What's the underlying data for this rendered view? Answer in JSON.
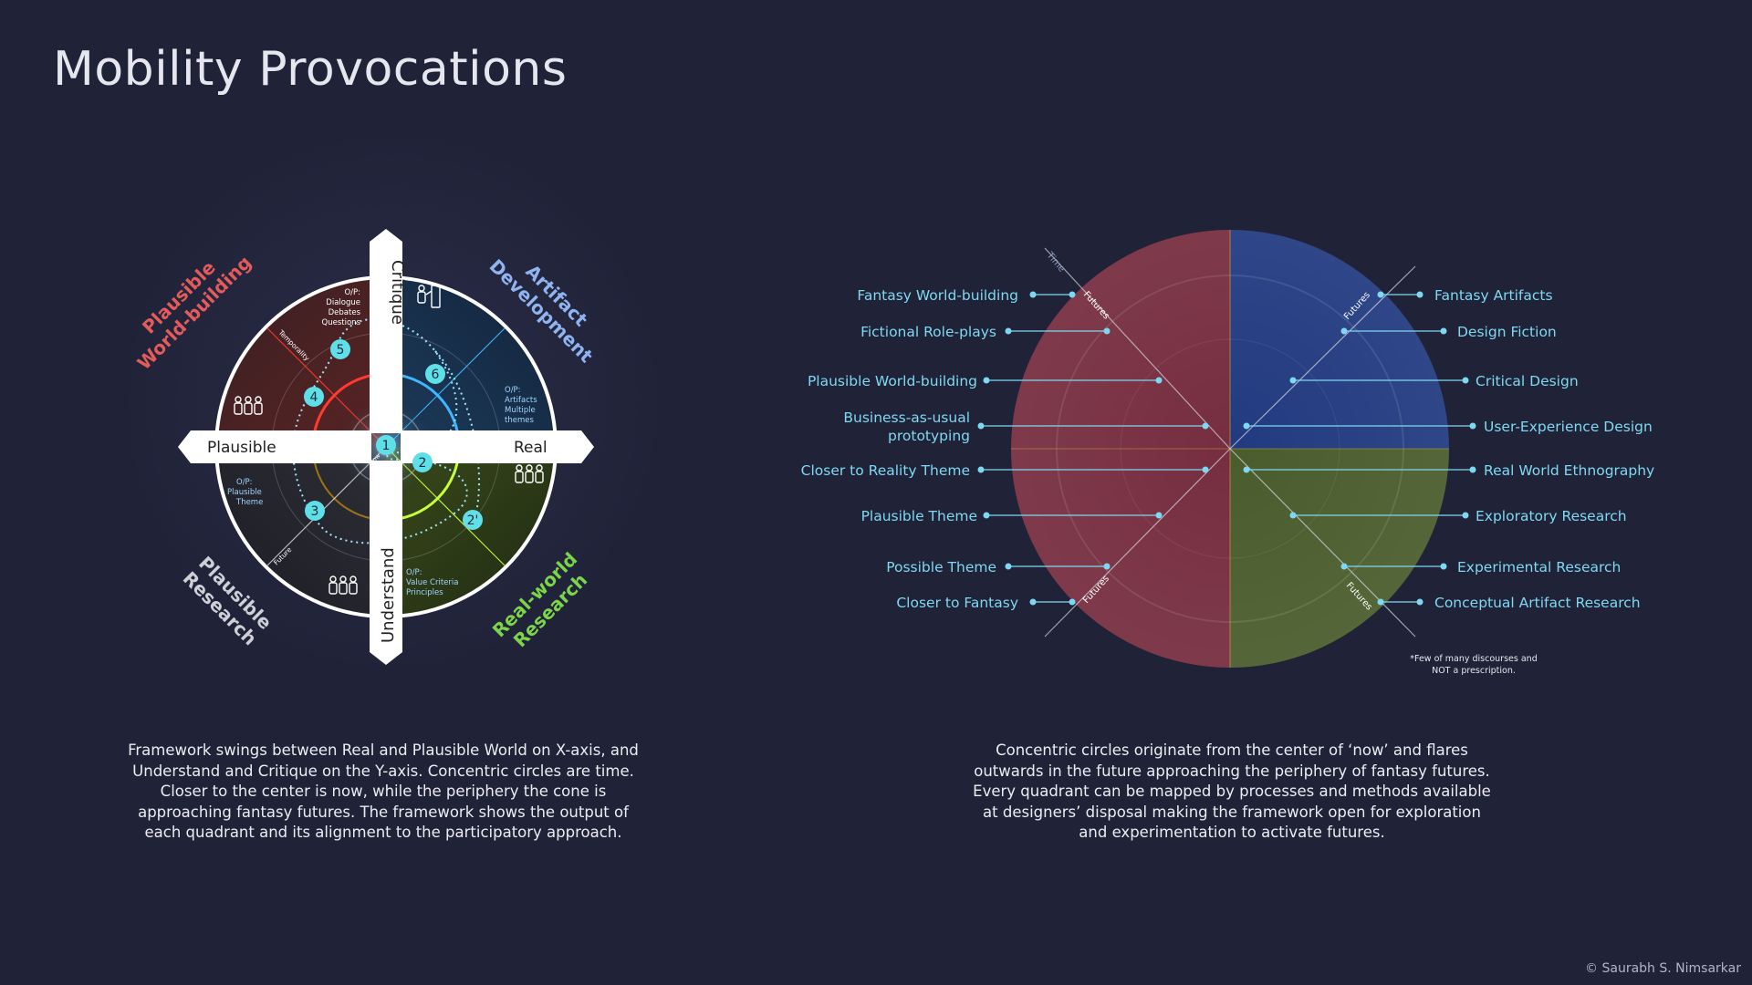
{
  "title": "Mobility Provocations",
  "colors": {
    "background": "#202238",
    "accent_cyan": "#5fe0e8",
    "plausible_worldbuilding_red": "#e35b5b",
    "real_world_green": "#7bd44a",
    "artifact_blue": "#8fb4f0",
    "right_red": "#8a2c3e",
    "right_blue": "#1d3a8a",
    "right_green": "#4e6326",
    "label_cyan": "#7fd8f2"
  },
  "left_diagram": {
    "axes": {
      "top": "Critique",
      "bottom": "Understand",
      "left": "Plausible",
      "right": "Real"
    },
    "quadrant_titles": {
      "top_left": [
        "Plausible",
        "World-building"
      ],
      "top_right": [
        "Artifact",
        "Development"
      ],
      "bottom_left": [
        "Plausible",
        "Research"
      ],
      "bottom_right": [
        "Real-world",
        "Research"
      ]
    },
    "outputs": {
      "top": [
        "O/P:",
        "Dialogue",
        "Debates",
        "Questions"
      ],
      "right": [
        "O/P:",
        "Artifacts",
        "Multiple",
        "themes"
      ],
      "left": [
        "O/P:",
        "Plausible",
        "Theme"
      ],
      "bottom": [
        "O/P:",
        "Value Criteria",
        "Principles"
      ]
    },
    "axis_words": {
      "temporality": "Temporality",
      "future": "Future",
      "now": "Now"
    },
    "steps": [
      "1",
      "2",
      "2'",
      "3",
      "4",
      "5",
      "6"
    ],
    "icons": [
      "people-group-icon",
      "presenter-icon"
    ]
  },
  "right_diagram": {
    "small_labels": {
      "time": "Time",
      "futures": "Futures"
    },
    "left_labels": [
      "Fantasy World-building",
      "Fictional Role-plays",
      "Plausible World-building",
      [
        "Business-as-usual",
        "prototyping"
      ],
      "Closer to Reality Theme",
      "Plausible Theme",
      "Possible Theme",
      "Closer to Fantasy"
    ],
    "right_labels": [
      "Fantasy Artifacts",
      "Design Fiction",
      "Critical Design",
      "User-Experience Design",
      "Real World Ethnography",
      "Exploratory Research",
      "Experimental Research",
      "Conceptual Artifact Research"
    ],
    "footnote": [
      "*Few of many discourses and",
      "NOT a prescription."
    ]
  },
  "captions": {
    "left": "Framework swings between Real and Plausible World on X-axis, and Understand and Critique on the Y-axis. Concentric circles are time. Closer to the center is now, while the periphery the cone is approaching fantasy futures. The framework shows the output of each quadrant and its alignment to the participatory approach.",
    "right": "Concentric circles originate from the center of ‘now’ and flares outwards in the future approaching the periphery of fantasy futures. Every quadrant can be mapped by processes and methods available at designers’ disposal making the framework open for exploration and experimentation to activate futures."
  },
  "copyright": "© Saurabh S. Nimsarkar"
}
